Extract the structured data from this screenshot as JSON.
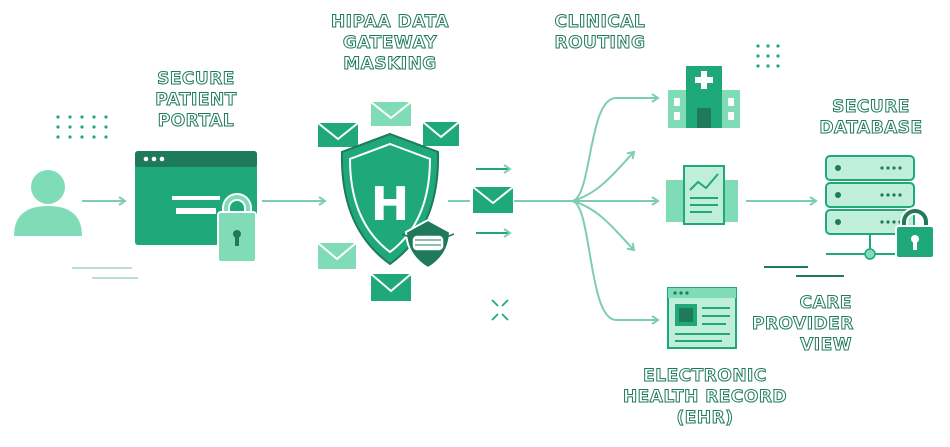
{
  "labels": {
    "portal_line1": "SECURE",
    "portal_line2": "PATIENT",
    "portal_line3": "PORTAL",
    "gateway_line1": "HIPAA DATA",
    "gateway_line2": "GATEWAY",
    "gateway_line3": "MASKING",
    "routing_line1": "CLINICAL",
    "routing_line2": "ROUTING",
    "database_line1": "SECURE",
    "database_line2": "DATABASE",
    "provider_line1": "CARE",
    "provider_line2": "PROVIDER",
    "provider_line3": "VIEW",
    "ehr_line1": "ELECTRONIC",
    "ehr_line2": "HEALTH RECORD",
    "ehr_line3": "(EHR)"
  },
  "shield_letter": "H",
  "icons": [
    "user-icon",
    "browser-window-icon",
    "padlock-icon",
    "shield-icon",
    "envelope-icon",
    "medical-mask-icon",
    "hospital-icon",
    "report-document-icon",
    "ehr-window-icon",
    "server-rack-icon"
  ],
  "colors": {
    "primary": "#1fa97a",
    "dark": "#1f7a5a",
    "light": "#7fdcb6",
    "pale": "#bfeedb",
    "line": "#7fcdb0"
  }
}
